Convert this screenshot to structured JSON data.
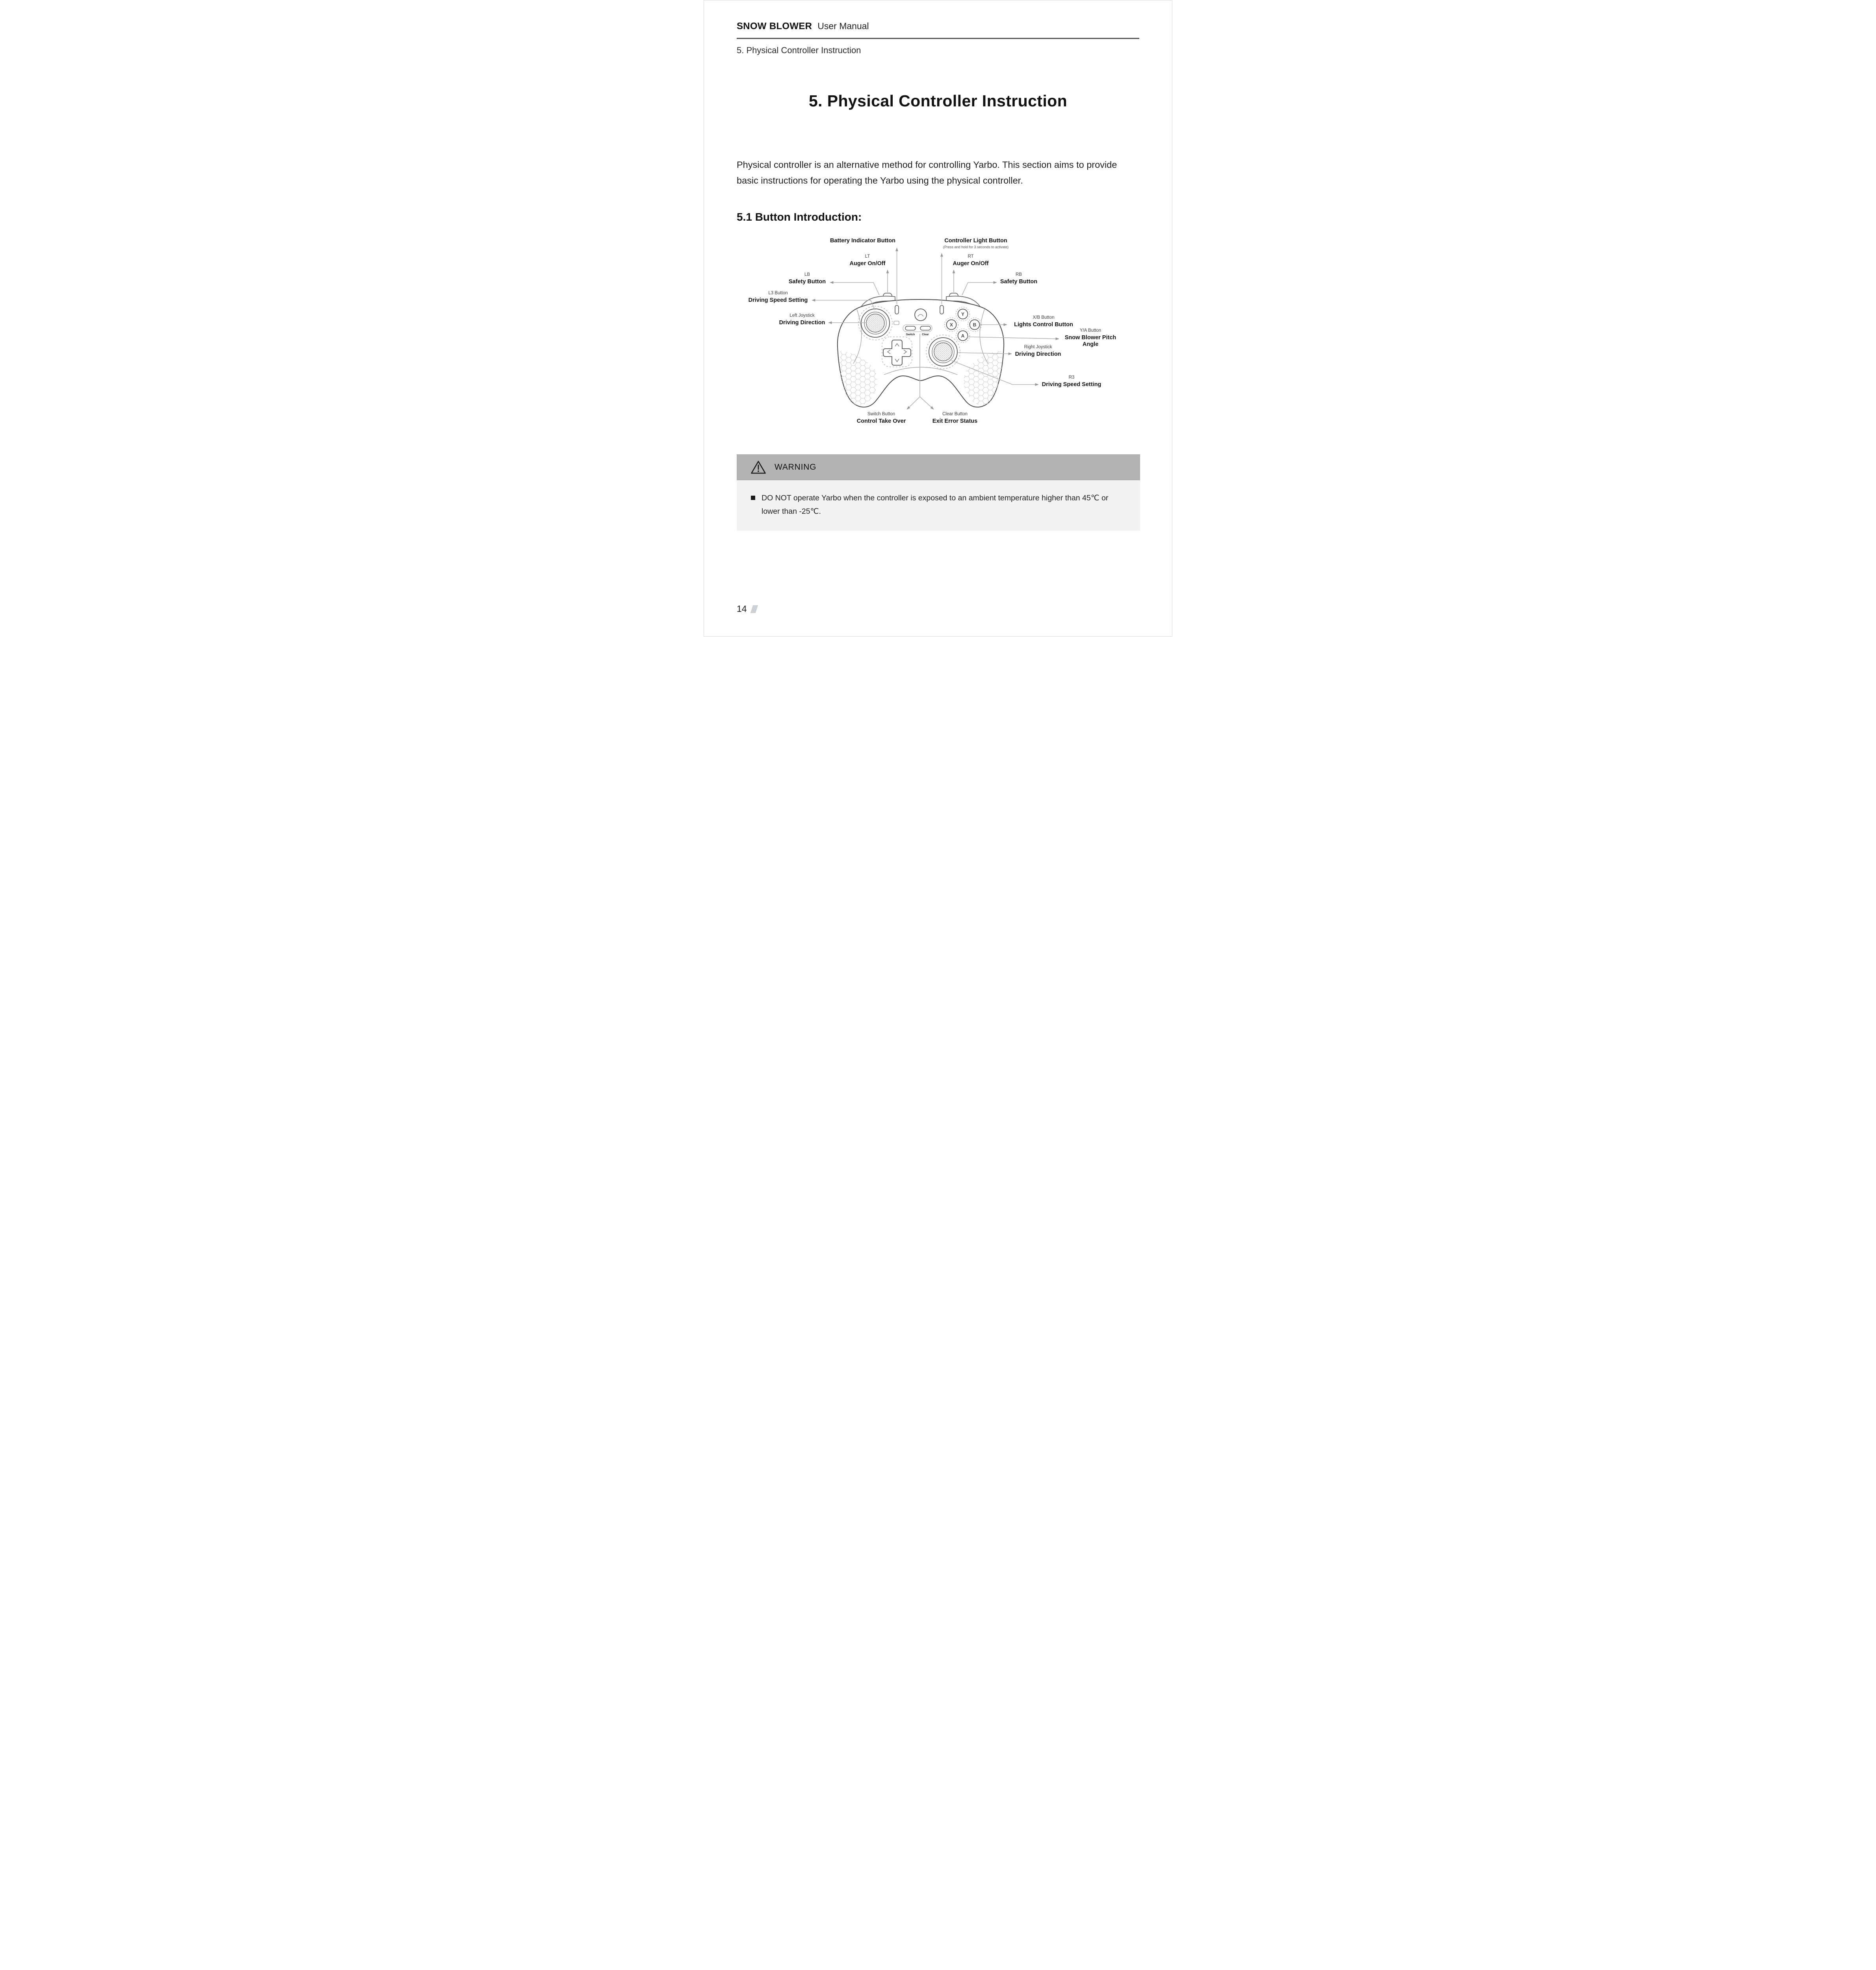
{
  "header": {
    "brand": "SNOW BLOWER",
    "doc_type": "User Manual",
    "breadcrumb": "5. Physical Controller Instruction"
  },
  "page": {
    "title": "5. Physical Controller Instruction",
    "intro": "Physical controller is an alternative method for controlling Yarbo. This section aims to provide basic instructions for operating the Yarbo using the physical controller.",
    "section_heading": "5.1 Button Introduction:"
  },
  "diagram": {
    "labels": {
      "battery": {
        "name": "Battery Indicator Button"
      },
      "light": {
        "name": "Controller Light Button",
        "note": "(Press and hold for 3 seconds to activate)"
      },
      "lt": {
        "button": "LT",
        "function": "Auger On/Off"
      },
      "rt": {
        "button": "RT",
        "function": "Auger On/Off"
      },
      "lb": {
        "button": "LB",
        "function": "Safety Button"
      },
      "rb": {
        "button": "RB",
        "function": "Safety Button"
      },
      "l3": {
        "button": "L3 Button",
        "function": "Driving Speed Setting"
      },
      "left_joystick": {
        "button": "Left Joystick",
        "function": "Driving Direction"
      },
      "xb": {
        "button": "X/B Button",
        "function": "Lights Control Button"
      },
      "ya": {
        "button": "Y/A Button",
        "function": "Snow Blower Pitch Angle"
      },
      "right_joystick": {
        "button": "Right Joystick",
        "function": "Driving Direction"
      },
      "r3": {
        "button": "R3",
        "function": "Driving Speed Setting"
      },
      "switch": {
        "button": "Switch Button",
        "function": "Control Take Over"
      },
      "clear": {
        "button": "Clear Button",
        "function": "Exit Error Status"
      }
    },
    "controller": {
      "face_buttons": {
        "y": "Y",
        "x": "X",
        "b": "B",
        "a": "A"
      },
      "console_buttons": {
        "switch": "Switch",
        "clear": "Clear"
      }
    }
  },
  "warning": {
    "title": "WARNING",
    "items": [
      "DO NOT operate Yarbo when the controller is exposed to an ambient temperature higher than 45℃ or lower than -25℃."
    ]
  },
  "footer": {
    "page_number": "14"
  }
}
